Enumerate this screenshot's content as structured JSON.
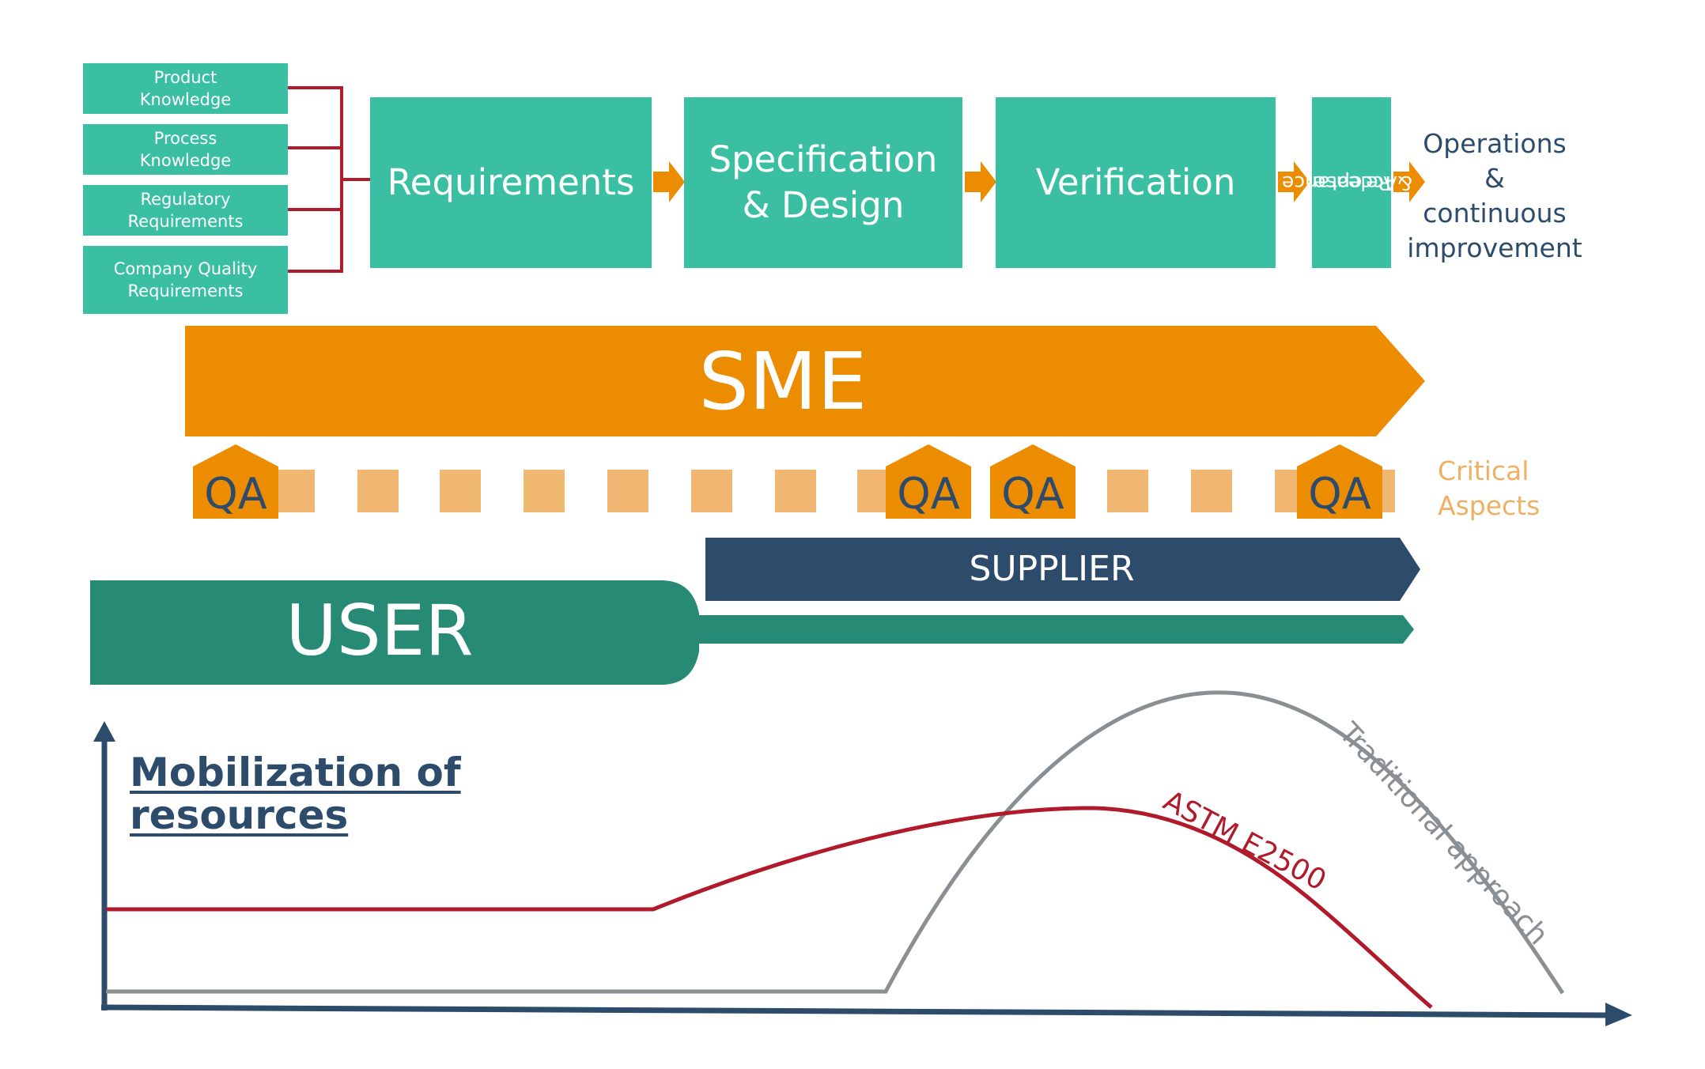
{
  "inputs": [
    {
      "line1": "Product",
      "line2": "Knowledge"
    },
    {
      "line1": "Process",
      "line2": "Knowledge"
    },
    {
      "line1": "Regulatory",
      "line2": "Requirements"
    },
    {
      "line1": "Company Quality",
      "line2": "Requirements"
    }
  ],
  "stages": {
    "requirements": "Requirements",
    "spec_line1": "Specification",
    "spec_line2": "& Design",
    "verification": "Verification",
    "acceptance_line1": "Acceptance",
    "acceptance_line2": "& Release",
    "operations_line1": "Operations",
    "operations_line2": "&",
    "operations_line3": "continuous",
    "operations_line4": "improvement"
  },
  "lanes": {
    "sme": "SME",
    "supplier": "SUPPLIER",
    "user": "USER",
    "qa": "QA",
    "critical_line1": "Critical",
    "critical_line2": "Aspects"
  },
  "resources": {
    "title_line1": "Mobilization of",
    "title_line2": "resources",
    "astm": "ASTM E2500",
    "traditional": "Traditional approach"
  },
  "colors": {
    "teal": "#3bbfa3",
    "orange": "#ec8c00",
    "orange_light": "#f0b063",
    "navy": "#2d4b6b",
    "dark_teal": "#268a74",
    "red": "#b01a2a",
    "gray": "#8a8f94"
  }
}
